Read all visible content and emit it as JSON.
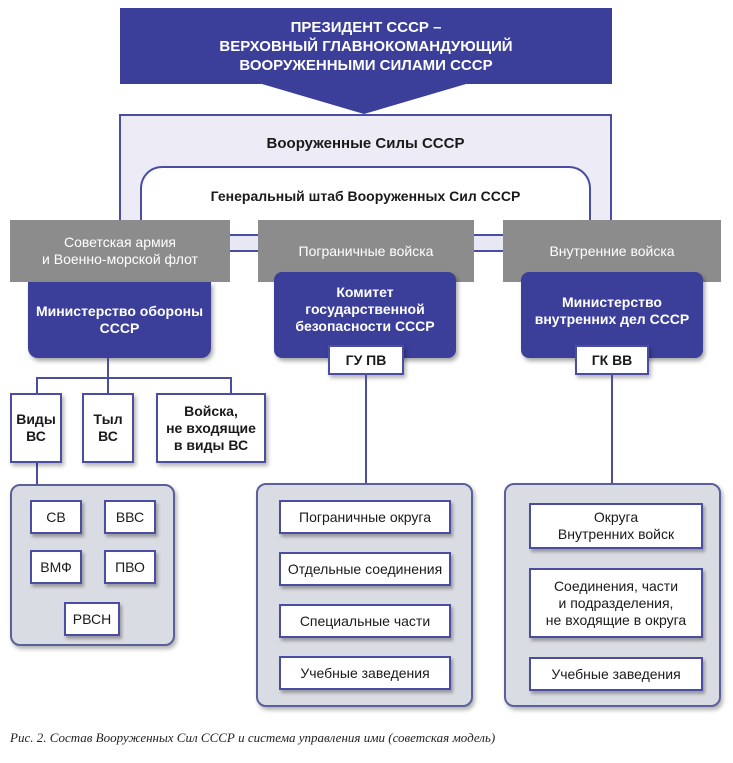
{
  "president": {
    "line1": "ПРЕЗИДЕНТ СССР –",
    "line2": "ВЕРХОВНЫЙ ГЛАВНОКОМАНДУЮЩИЙ",
    "line3": "ВООРУЖЕННЫМИ СИЛАМИ СССР"
  },
  "armed_forces_title": "Вооруженные Силы СССР",
  "general_staff_title": "Генеральный штаб Вооруженных Сил СССР",
  "branches": [
    {
      "grey_line1": "Советская армия",
      "grey_line2": "и Военно-морской флот",
      "ministry_line1": "Министерство обороны",
      "ministry_line2": "СССР"
    },
    {
      "grey_line1": "Пограничные войска",
      "ministry_line1": "Комитет",
      "ministry_line2": "государственной",
      "ministry_line3": "безопасности СССР",
      "sub_label": "ГУ ПВ",
      "items": [
        "Пограничные округа",
        "Отдельные соединения",
        "Специальные части",
        "Учебные заведения"
      ]
    },
    {
      "grey_line1": "Внутренние войска",
      "ministry_line1": "Министерство",
      "ministry_line2": "внутренних дел СССР",
      "sub_label": "ГК ВВ",
      "items": [
        {
          "l1": "Округа",
          "l2": "Внутренних войск"
        },
        {
          "l1": "Соединения, части",
          "l2": "и подразделения,",
          "l3": "не входящие в округа"
        },
        {
          "l1": "Учебные заведения"
        }
      ]
    }
  ],
  "defense_sub": [
    {
      "l1": "Виды",
      "l2": "ВС"
    },
    {
      "l1": "Тыл",
      "l2": "ВС"
    },
    {
      "l1": "Войска,",
      "l2": "не входящие",
      "l3": "в виды ВС"
    }
  ],
  "service_types": [
    "СВ",
    "ВВС",
    "ВМФ",
    "ПВО",
    "РВСН"
  ],
  "caption": "Рис. 2. Состав Вооруженных Сил СССР  и система управления ими (советская модель)",
  "colors": {
    "navy": "#3b3f9a",
    "grey": "#8c8c8c",
    "panel": "#dadce3",
    "frame": "#ecebf6"
  }
}
